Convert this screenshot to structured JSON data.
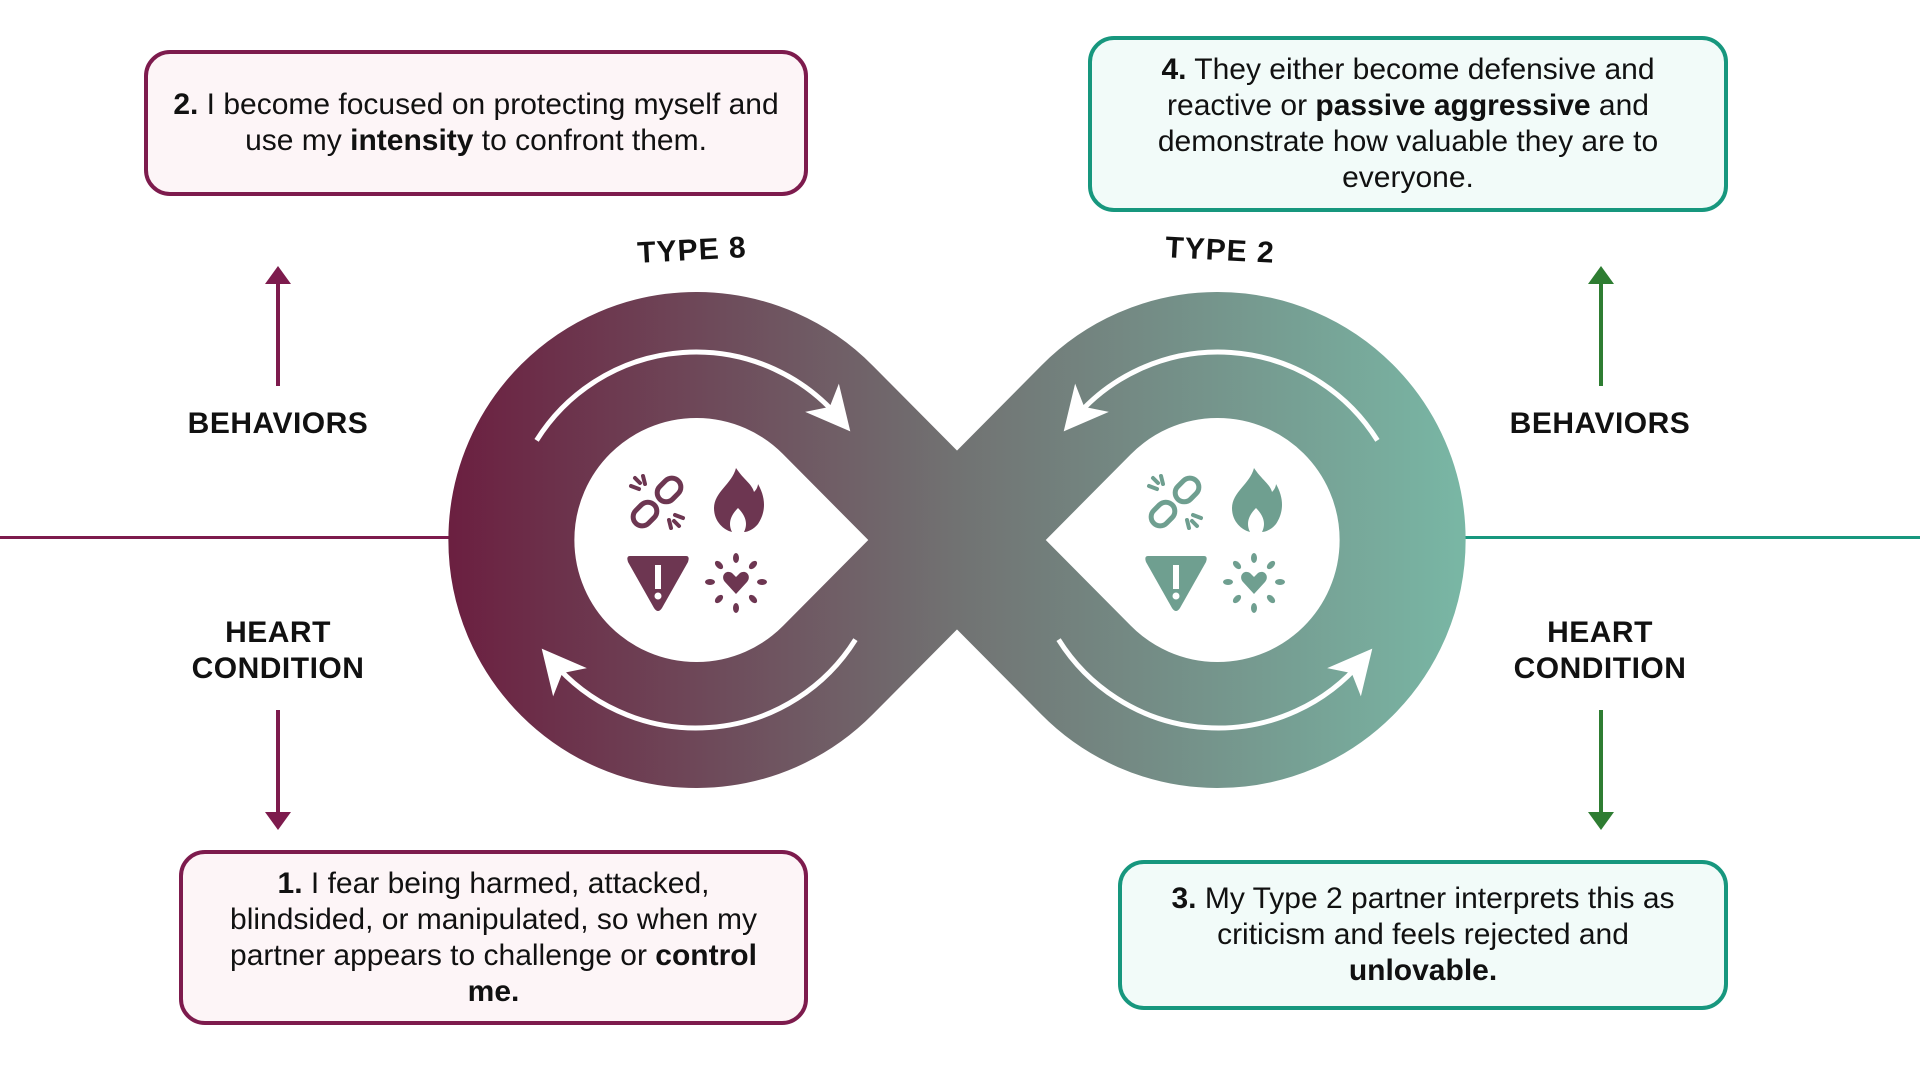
{
  "types": {
    "left": "TYPE 8",
    "right": "TYPE 2"
  },
  "labels": {
    "behaviors": "BEHAVIORS",
    "heart_line1": "HEART",
    "heart_line2": "CONDITION"
  },
  "boxes": {
    "step2": {
      "num": "2.",
      "t1": " I become focused on protecting myself and use my ",
      "b1": "intensity",
      "t2": " to confront them."
    },
    "step4": {
      "num": "4.",
      "t1": " They either become defensive and reactive or ",
      "b1": "passive aggressive",
      "t2": " and demonstrate how valuable they are to everyone."
    },
    "step1": {
      "num": "1.",
      "t1": " I fear being harmed, attacked, blindsided, or manipulated, so when my partner appears to challenge or ",
      "b1": "control me."
    },
    "step3": {
      "num": "3.",
      "t1": " My Type 2 partner interprets this as criticism and feels rejected and ",
      "b1": "unlovable."
    }
  },
  "icons": [
    "broken-link-icon",
    "flame-icon",
    "warning-icon",
    "heart-burst-icon"
  ],
  "colors": {
    "type8": "#7d1b4d",
    "type2": "#17977e",
    "arrow_green": "#2e7d32",
    "gradient_left": "#6b1f40",
    "gradient_mid": "#717272",
    "gradient_right": "#79b7a5"
  }
}
